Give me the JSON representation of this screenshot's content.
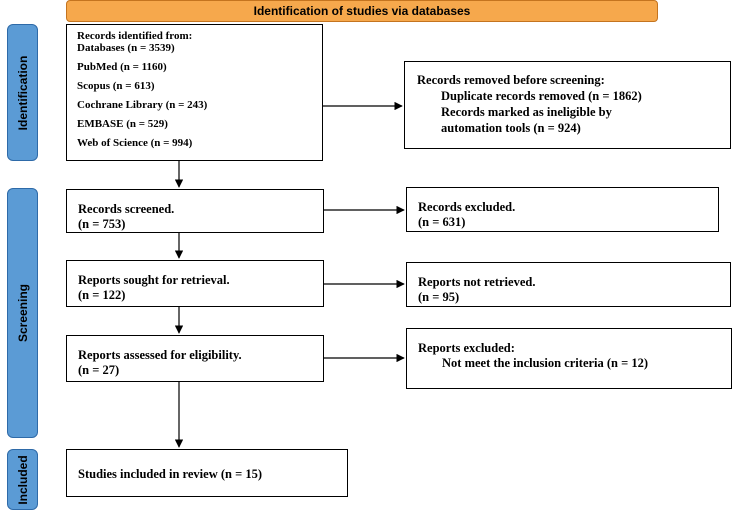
{
  "banner": {
    "title": "Identification of studies via databases"
  },
  "sidebar": {
    "identification": "Identification",
    "screening": "Screening",
    "included": "Included"
  },
  "identification": {
    "heading": "Records identified from:",
    "sources": [
      "Databases (n = 3539)",
      "PubMed (n = 1160)",
      "Scopus (n = 613)",
      "Cochrane Library (n = 243)",
      "EMBASE (n = 529)",
      "Web of Science (n = 994)"
    ],
    "removed": {
      "heading": "Records removed before screening:",
      "line1": "Duplicate records removed (n = 1862)",
      "line2": "Records marked as ineligible by",
      "line3": "automation tools (n = 924)"
    }
  },
  "screening": {
    "screened": {
      "label": "Records screened.",
      "count": "(n = 753)"
    },
    "excluded": {
      "label": "Records excluded.",
      "count": "(n = 631)"
    },
    "sought": {
      "label": "Reports sought for retrieval.",
      "count": "(n = 122)"
    },
    "not_retrieved": {
      "label": "Reports not retrieved.",
      "count": "(n = 95)"
    },
    "assessed": {
      "label": "Reports assessed for eligibility.",
      "count": "(n = 27)"
    },
    "reports_excluded": {
      "label": "Reports excluded:",
      "reason": "Not meet the inclusion criteria (n = 12)"
    }
  },
  "included": {
    "label": "Studies included in review (n = 15)"
  },
  "colors": {
    "banner": "#f6a84c",
    "sidebar": "#5b9bd5"
  }
}
